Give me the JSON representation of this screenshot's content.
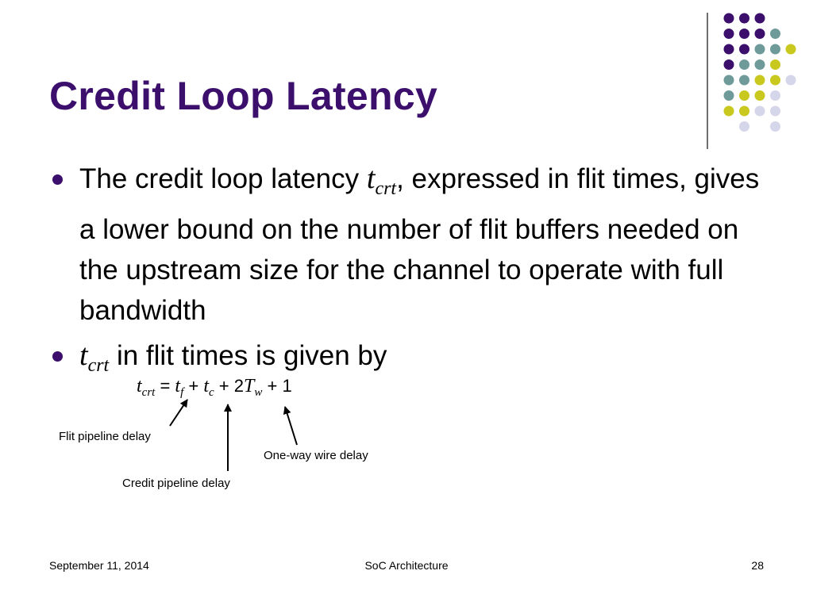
{
  "slide": {
    "title": "Credit Loop Latency",
    "bullets": [
      {
        "before": "The credit loop latency ",
        "var": "t",
        "sub": "crt",
        "after": ", expressed in flit times, gives a lower bound on the number of flit buffers needed on the upstream size for the channel to operate with full bandwidth"
      },
      {
        "var": "t",
        "sub": "crt",
        "after": " in flit times is given by"
      }
    ],
    "formula": {
      "t": "t",
      "sub_crt": "crt",
      "eq": " = ",
      "sub_f": "f",
      "plus": " + ",
      "sub_c": "c",
      "two": "2",
      "T": "T",
      "sub_w": "w",
      "one": "1"
    },
    "annotations": {
      "flit_pipeline": "Flit pipeline delay",
      "one_way_wire": "One-way wire delay",
      "credit_pipeline": "Credit pipeline delay"
    },
    "footer": {
      "date": "September 11, 2014",
      "center": "SoC Architecture",
      "page": "28"
    }
  },
  "theme": {
    "title_color": "#3b0f6b",
    "dot_colors": {
      "purple": "#3b0f6b",
      "teal": "#6f9a9a",
      "olive": "#c8c81e",
      "lavender": "#d6d6ea"
    },
    "dot_grid": [
      [
        "purple",
        "purple",
        "purple",
        "",
        ""
      ],
      [
        "purple",
        "purple",
        "purple",
        "teal",
        ""
      ],
      [
        "purple",
        "purple",
        "teal",
        "teal",
        "olive"
      ],
      [
        "purple",
        "teal",
        "teal",
        "olive",
        ""
      ],
      [
        "teal",
        "teal",
        "olive",
        "olive",
        "lavender"
      ],
      [
        "teal",
        "olive",
        "olive",
        "lavender",
        ""
      ],
      [
        "olive",
        "olive",
        "lavender",
        "lavender",
        ""
      ],
      [
        "",
        "lavender",
        "",
        "lavender",
        ""
      ]
    ]
  }
}
